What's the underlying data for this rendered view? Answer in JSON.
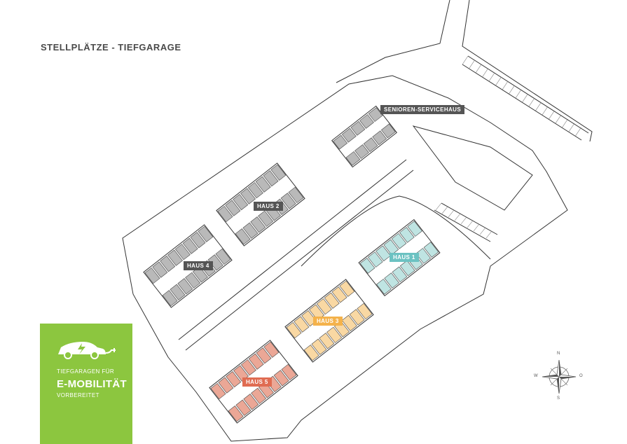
{
  "title": "STELLPLÄTZE - TIEFGARAGE",
  "buildings": {
    "senioren": {
      "label": "SENIOREN-SERVICEHAUS",
      "color": "#555555"
    },
    "haus1": {
      "label": "HAUS 1",
      "color": "#6cc2c2",
      "fill": "#bfe4e2"
    },
    "haus2": {
      "label": "HAUS 2",
      "color": "#555555",
      "fill": "#b9b9b9"
    },
    "haus3": {
      "label": "HAUS 3",
      "color": "#f4b24b",
      "fill": "#f9d8a3"
    },
    "haus4": {
      "label": "HAUS 4",
      "color": "#555555",
      "fill": "#b9b9b9"
    },
    "haus5": {
      "label": "HAUS 5",
      "color": "#e06c52",
      "fill": "#eba796"
    }
  },
  "emobility": {
    "line1": "TIEFGARAGEN FÜR",
    "line2": "E-MOBILITÄT",
    "line3": "VORBEREITET",
    "icon": "electric-car-icon",
    "color": "#8cc63f"
  },
  "compass": {
    "n": "N",
    "s": "S",
    "w": "W",
    "o": "O",
    "icon": "compass-rose-icon"
  }
}
